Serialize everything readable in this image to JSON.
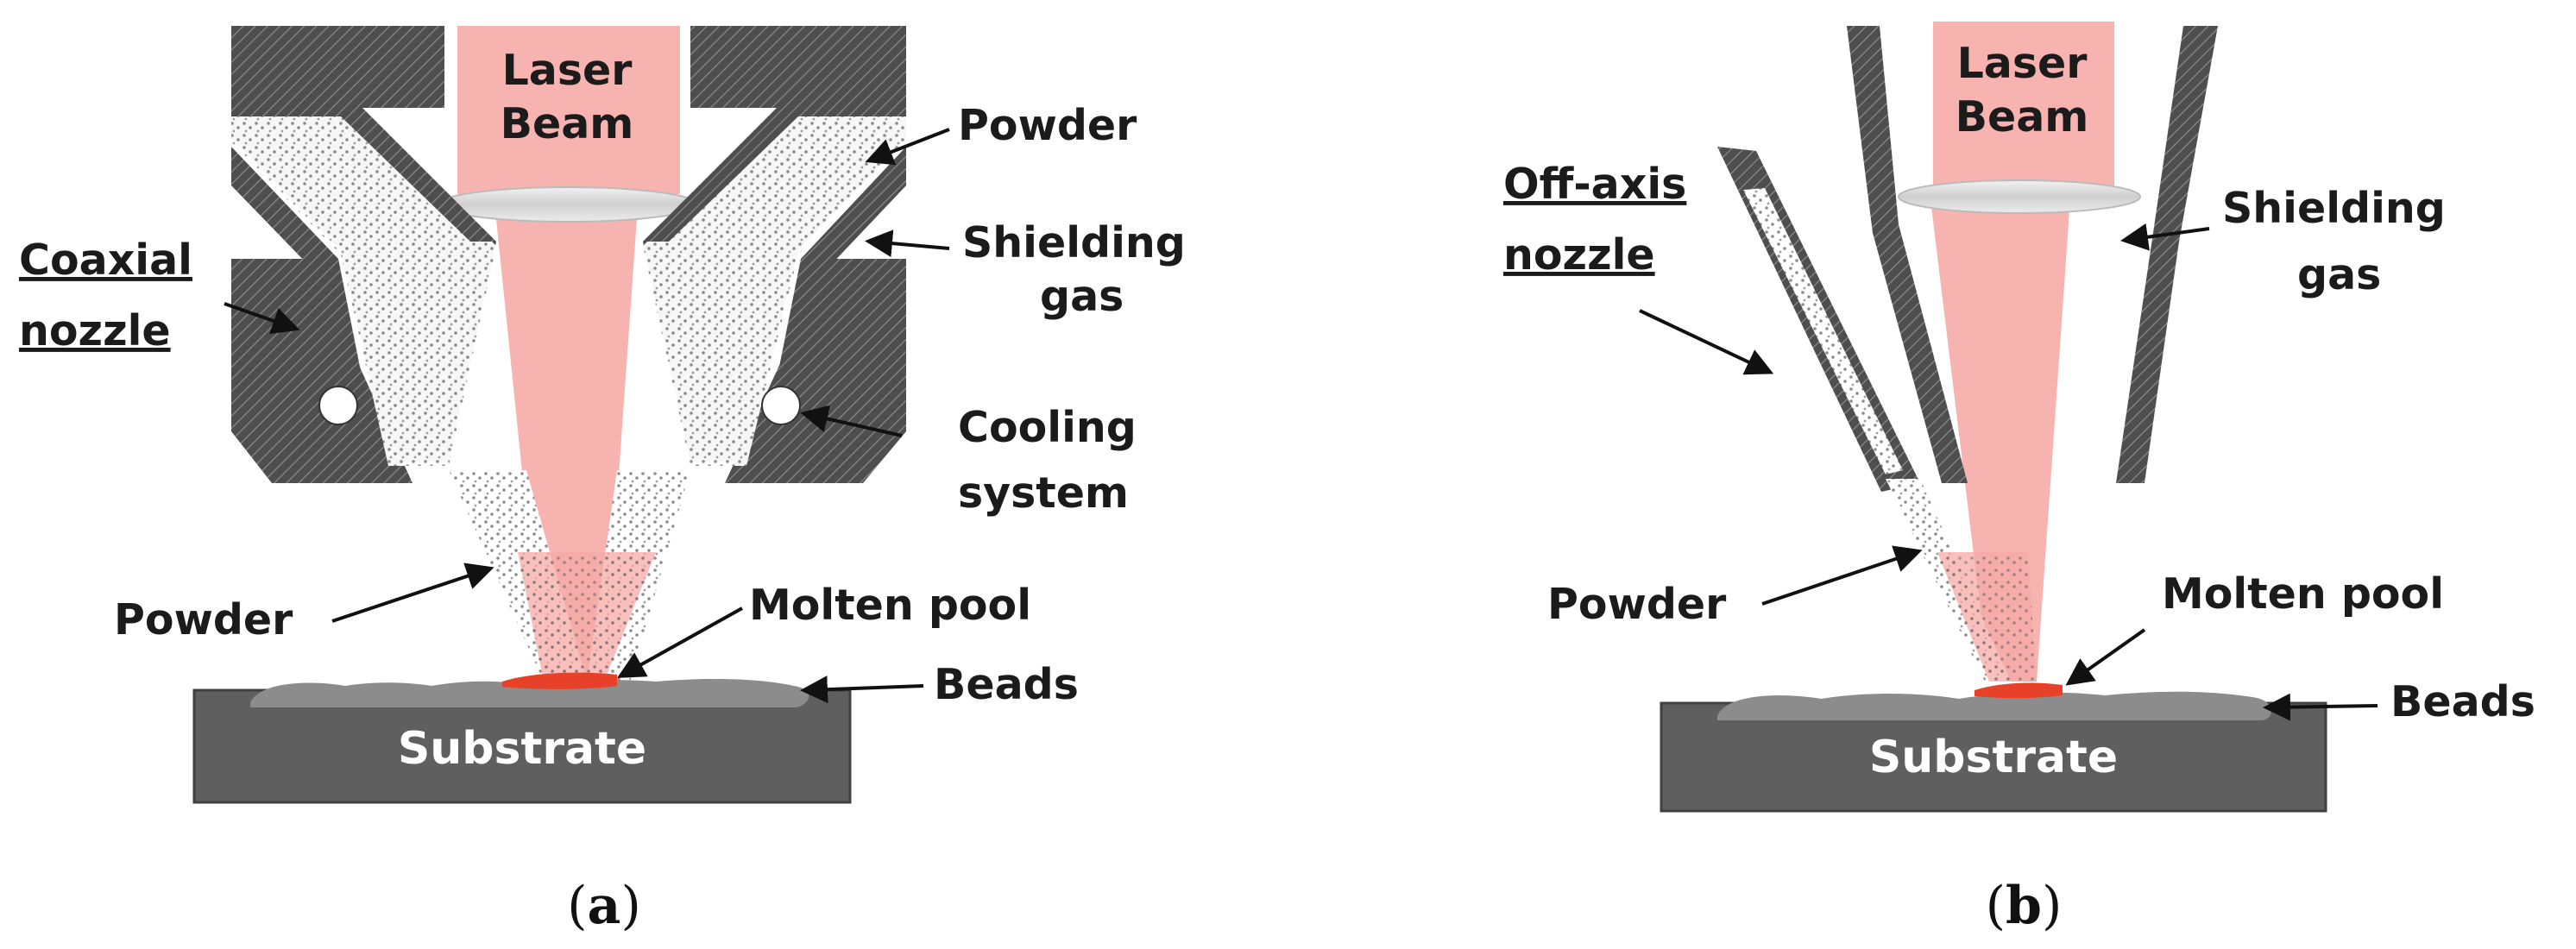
{
  "panels": [
    {
      "id": "a",
      "caption": "a",
      "labels": {
        "laser_line1": "Laser",
        "laser_line2": "Beam",
        "powder_top": "Powder",
        "shield_line1": "Shielding",
        "shield_line2": "gas",
        "nozzle_line1": "Coaxial",
        "nozzle_line2": "nozzle",
        "cooling_line1": "Cooling",
        "cooling_line2": "system",
        "powder_bottom": "Powder",
        "molten": "Molten pool",
        "beads": "Beads",
        "substrate": "Substrate"
      }
    },
    {
      "id": "b",
      "caption": "b",
      "labels": {
        "laser_line1": "Laser",
        "laser_line2": "Beam",
        "nozzle_line1": "Off-axis",
        "nozzle_line2": "nozzle",
        "shield_line1": "Shielding",
        "shield_line2": "gas",
        "powder_bottom": "Powder",
        "molten": "Molten pool",
        "beads": "Beads",
        "substrate": "Substrate"
      }
    }
  ],
  "colors": {
    "laser": "#f7b3b0",
    "nozzle": "#5a5a5a",
    "substrate": "#5f5f5f",
    "bead": "#8c8c8c",
    "molten": "#e8412a",
    "lens": "#d9d9d9"
  }
}
